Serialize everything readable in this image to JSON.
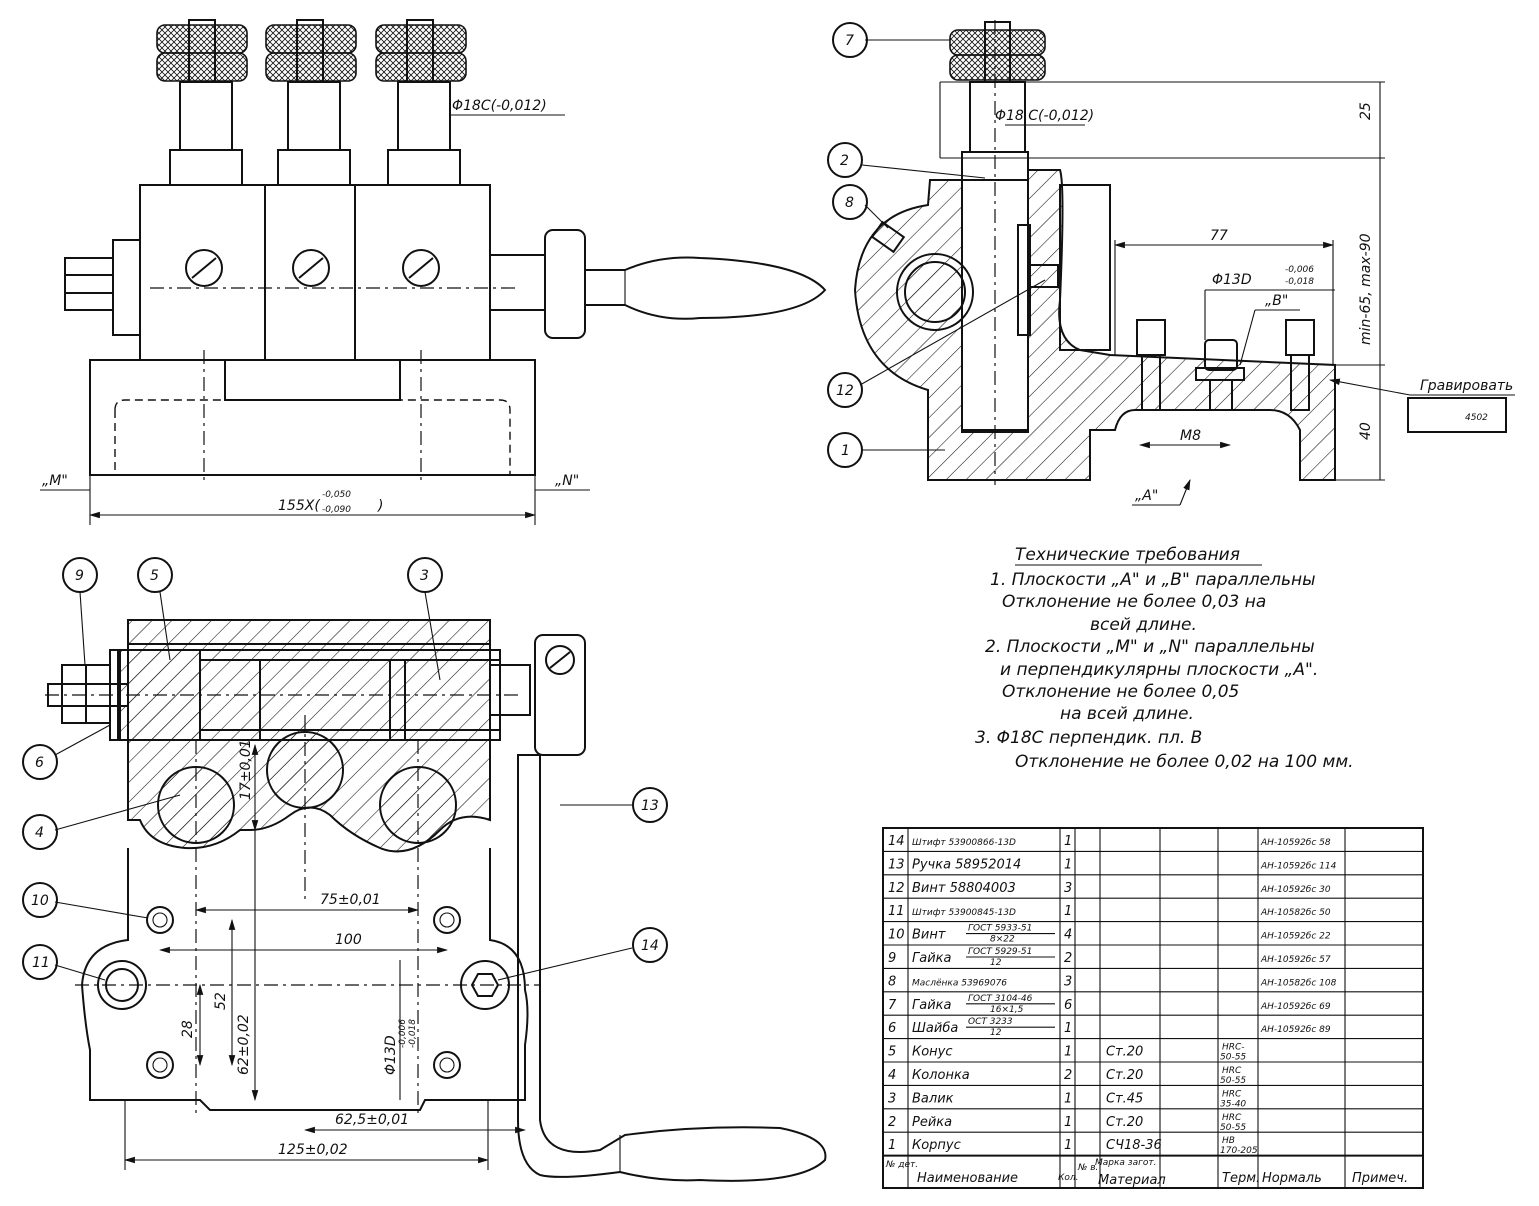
{
  "views": {
    "front": {
      "dim_shaft": "Φ18С(-0,012)",
      "dim_length_main": "155Х(",
      "dim_length_tol_upper": "-0,050",
      "dim_length_tol_lower": "-0,090",
      "dim_length_close": ")",
      "plane_m": "„M\"",
      "plane_n": "„N\""
    },
    "side": {
      "dim_shaft": "Φ18 С(-0,012)",
      "dim_77": "77",
      "dim_bore": "Φ13D",
      "dim_bore_upper": "-0,006",
      "dim_bore_lower": "-0,018",
      "dim_25": "25",
      "dim_range": "min-65, max-90",
      "dim_40": "40",
      "dim_m8": "M8",
      "plane_a": "„A\"",
      "plane_b": "„B\"",
      "engrave_label": "Гравировать",
      "engrave_value": "4502"
    },
    "plan": {
      "dim_17": "17±0,01",
      "dim_75": "75±0,01",
      "dim_100": "100",
      "dim_52": "52",
      "dim_28": "28",
      "dim_62": "62±0,02",
      "dim_bore": "Φ13D",
      "dim_bore_upper": "-0,006",
      "dim_bore_lower": "-0,018",
      "dim_62_5": "62,5±0,01",
      "dim_125": "125±0,02"
    },
    "balloons": [
      "1",
      "2",
      "3",
      "4",
      "5",
      "6",
      "7",
      "8",
      "9",
      "10",
      "11",
      "12",
      "13",
      "14"
    ]
  },
  "requirements": {
    "title": "Технические требования",
    "lines": [
      "1. Плоскости „A\" и „B\" параллельны",
      "Отклонение не более 0,03 на",
      "всей длине.",
      "2. Плоскости „M\" и „N\" параллельны",
      "и перпендикулярны плоскости „A\".",
      "Отклонение не более 0,05",
      "на всей длине.",
      "3. Φ18С перпендик. пл. B",
      "Отклонение не более 0,02 на 100 мм."
    ]
  },
  "parts_table": {
    "rows": [
      {
        "no": "14",
        "name": "Штифт 53900866-13D",
        "name_frac": "",
        "qty": "1",
        "material": "",
        "hardness": "",
        "norm": "АН-10592бс 58"
      },
      {
        "no": "13",
        "name": "Ручка 58952014",
        "name_frac": "",
        "qty": "1",
        "material": "",
        "hardness": "",
        "norm": "АН-10592бс 114"
      },
      {
        "no": "12",
        "name": "Винт 58804003",
        "name_frac": "",
        "qty": "3",
        "material": "",
        "hardness": "",
        "norm": "АН-10592бс 30"
      },
      {
        "no": "11",
        "name": "Штифт 53900845-13D",
        "name_frac": "",
        "qty": "1",
        "material": "",
        "hardness": "",
        "norm": "АН-10582бс 50"
      },
      {
        "no": "10",
        "name": "Винт",
        "name_frac": "ГОСТ 5933-51 / 8×22",
        "qty": "4",
        "material": "",
        "hardness": "",
        "norm": "АН-10592бс 22"
      },
      {
        "no": "9",
        "name": "Гайка",
        "name_frac": "ГОСТ 5929-51 / 12",
        "qty": "2",
        "material": "",
        "hardness": "",
        "norm": "АН-10592бс 57"
      },
      {
        "no": "8",
        "name": "Маслёнка 53969076",
        "name_frac": "",
        "qty": "3",
        "material": "",
        "hardness": "",
        "norm": "АН-10582бс 108"
      },
      {
        "no": "7",
        "name": "Гайка",
        "name_frac": "ГОСТ 3104-46 / 16×1,5",
        "qty": "6",
        "material": "",
        "hardness": "",
        "norm": "АН-10592бс 69"
      },
      {
        "no": "6",
        "name": "Шайба",
        "name_frac": "ОСТ 3233 / 12",
        "qty": "1",
        "material": "",
        "hardness": "",
        "norm": "АН-10592бс 89"
      },
      {
        "no": "5",
        "name": "Конус",
        "name_frac": "",
        "qty": "1",
        "material": "Ст.20",
        "hardness": "HRC- 50-55",
        "norm": ""
      },
      {
        "no": "4",
        "name": "Колонка",
        "name_frac": "",
        "qty": "2",
        "material": "Ст.20",
        "hardness": "HRC 50-55",
        "norm": ""
      },
      {
        "no": "3",
        "name": "Валик",
        "name_frac": "",
        "qty": "1",
        "material": "Ст.45",
        "hardness": "HRC 35-40",
        "norm": ""
      },
      {
        "no": "2",
        "name": "Рейка",
        "name_frac": "",
        "qty": "1",
        "material": "Ст.20",
        "hardness": "HRC 50-55",
        "norm": ""
      },
      {
        "no": "1",
        "name": "Корпус",
        "name_frac": "",
        "qty": "1",
        "material": "СЧ18-36",
        "hardness": "HB 170-205",
        "norm": ""
      }
    ],
    "header": {
      "no": "№ дет.",
      "name": "Наименование",
      "qty": "Кол.",
      "blank": "№ в.",
      "material_top": "Марка загот.",
      "material": "Материал",
      "heat": "Терм.",
      "norm": "Нормаль",
      "note": "Примеч."
    }
  }
}
